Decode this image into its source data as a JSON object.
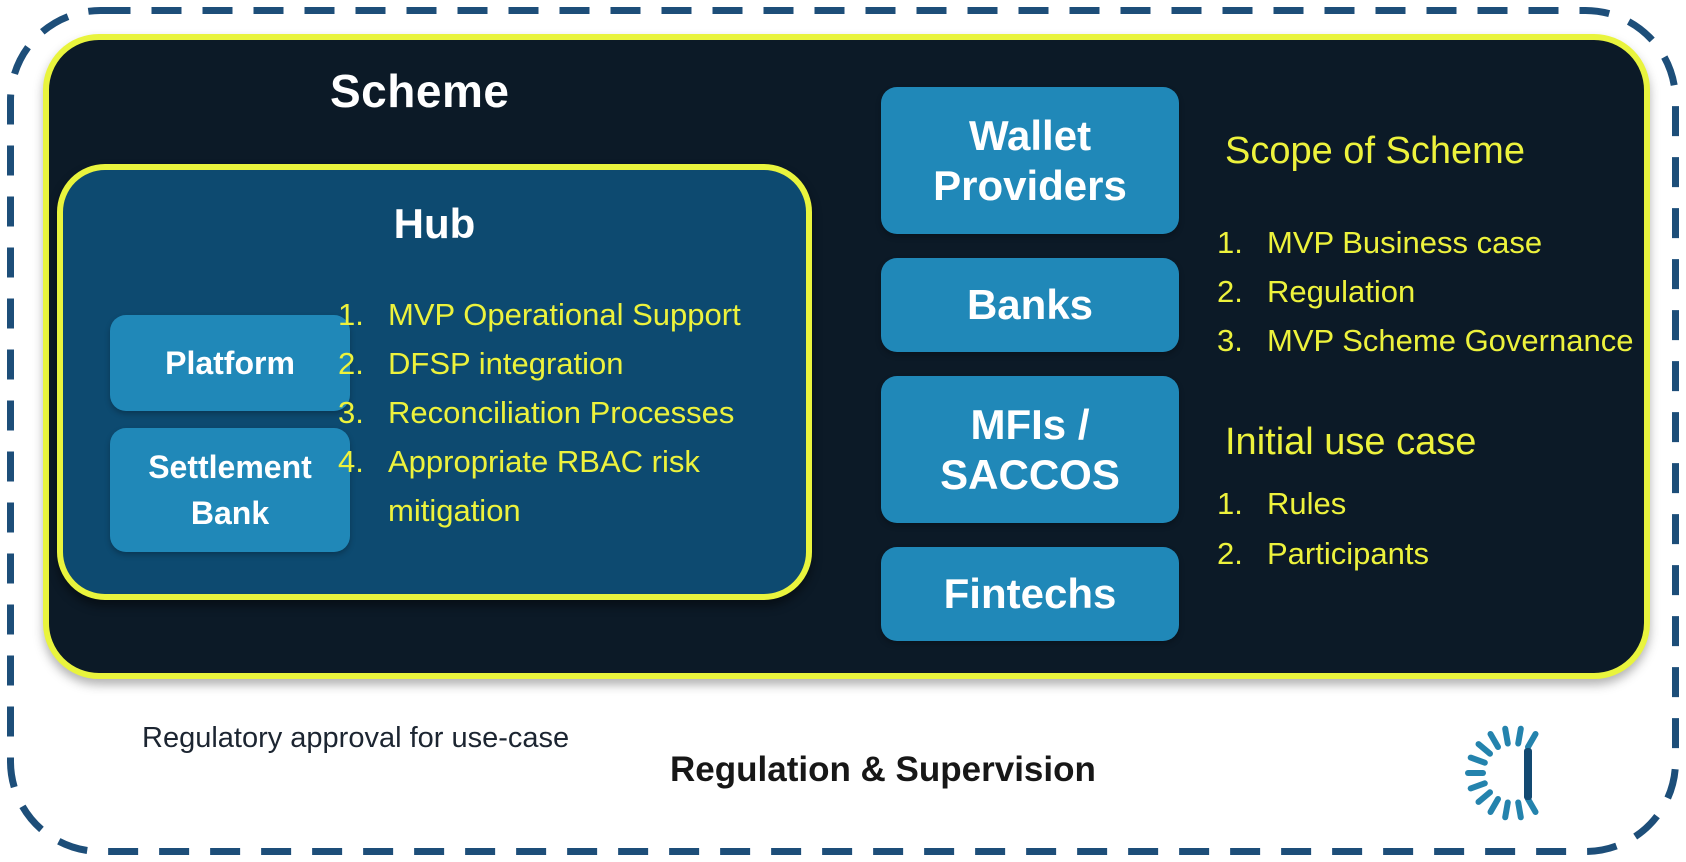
{
  "colors": {
    "background": "#ffffff",
    "dashed_boundary": "#1d4e79",
    "scheme_navy": "#0c1a27",
    "hub_blue": "#0d4a70",
    "node_blue": "#2088b8",
    "accent_yellow": "#e9f43d",
    "list_yellow": "#edf23c",
    "tick_teal": "#2483ad",
    "tick_bar_navy": "#134a72"
  },
  "scheme": {
    "title": "Scheme",
    "hub": {
      "title": "Hub",
      "nodes": [
        "Platform",
        "Settlement Bank"
      ],
      "items": [
        "MVP Operational Support",
        "DFSP integration",
        "Reconciliation Processes",
        "Appropriate RBAC risk mitigation"
      ]
    },
    "participants": [
      "Wallet Providers",
      "Banks",
      "MFIs / SACCOS",
      "Fintechs"
    ],
    "scope": {
      "title": "Scope of Scheme",
      "items": [
        "MVP Business case",
        "Regulation",
        "MVP Scheme Governance"
      ]
    },
    "initial_use_case": {
      "title": "Initial use case",
      "items": [
        "Rules",
        "Participants"
      ]
    }
  },
  "footer": {
    "note": "Regulatory approval for use-case",
    "title": "Regulation & Supervision",
    "icon": "timer-clock-icon"
  }
}
